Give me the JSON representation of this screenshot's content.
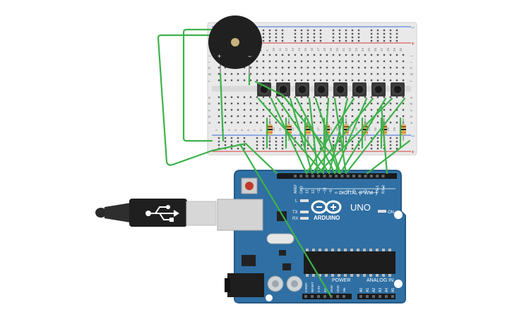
{
  "colors": {
    "board": "#2f6fa3",
    "board_dark": "#255a86",
    "breadboard": "#e9e9e9",
    "wire": "#3db24a",
    "rail_red": "#d93a3a",
    "rail_blue": "#3a6bd9",
    "button_body": "#333333"
  },
  "breadboard": {
    "col_numbers": [
      "1",
      "2",
      "3",
      "4",
      "5",
      "6",
      "7",
      "8",
      "9",
      "10",
      "11",
      "12",
      "13",
      "14",
      "15",
      "16",
      "17",
      "18",
      "19",
      "20",
      "21",
      "22",
      "23",
      "24",
      "25",
      "26",
      "27",
      "28",
      "29",
      "30"
    ],
    "row_letters_top": [
      "j",
      "i",
      "h",
      "g",
      "f"
    ],
    "row_letters_bottom": [
      "e",
      "d",
      "c",
      "b",
      "a"
    ],
    "rail_minus": "−",
    "rail_plus": "+"
  },
  "buzzer": {
    "plus": "+",
    "minus": "−"
  },
  "arduino": {
    "brand": "ARDUINO",
    "model": "UNO",
    "digital_header": "DIGITAL (PWM~)",
    "digital_pins": [
      "AREF",
      "GND",
      "13",
      "12",
      "~11",
      "~10",
      "~9",
      "8",
      "7",
      "~6",
      "~5",
      "4",
      "~3",
      "2",
      "TX▸1",
      "RX◂0"
    ],
    "led_labels": [
      "L",
      "TX",
      "RX"
    ],
    "on_label": "ON",
    "power_header": "POWER",
    "power_pins": [
      "IOREF",
      "RESET",
      "3.3V",
      "5V",
      "GND",
      "GND",
      "Vin"
    ],
    "analog_header": "ANALOG IN",
    "analog_pins": [
      "A0",
      "A1",
      "A2",
      "A3",
      "A4",
      "A5"
    ]
  }
}
